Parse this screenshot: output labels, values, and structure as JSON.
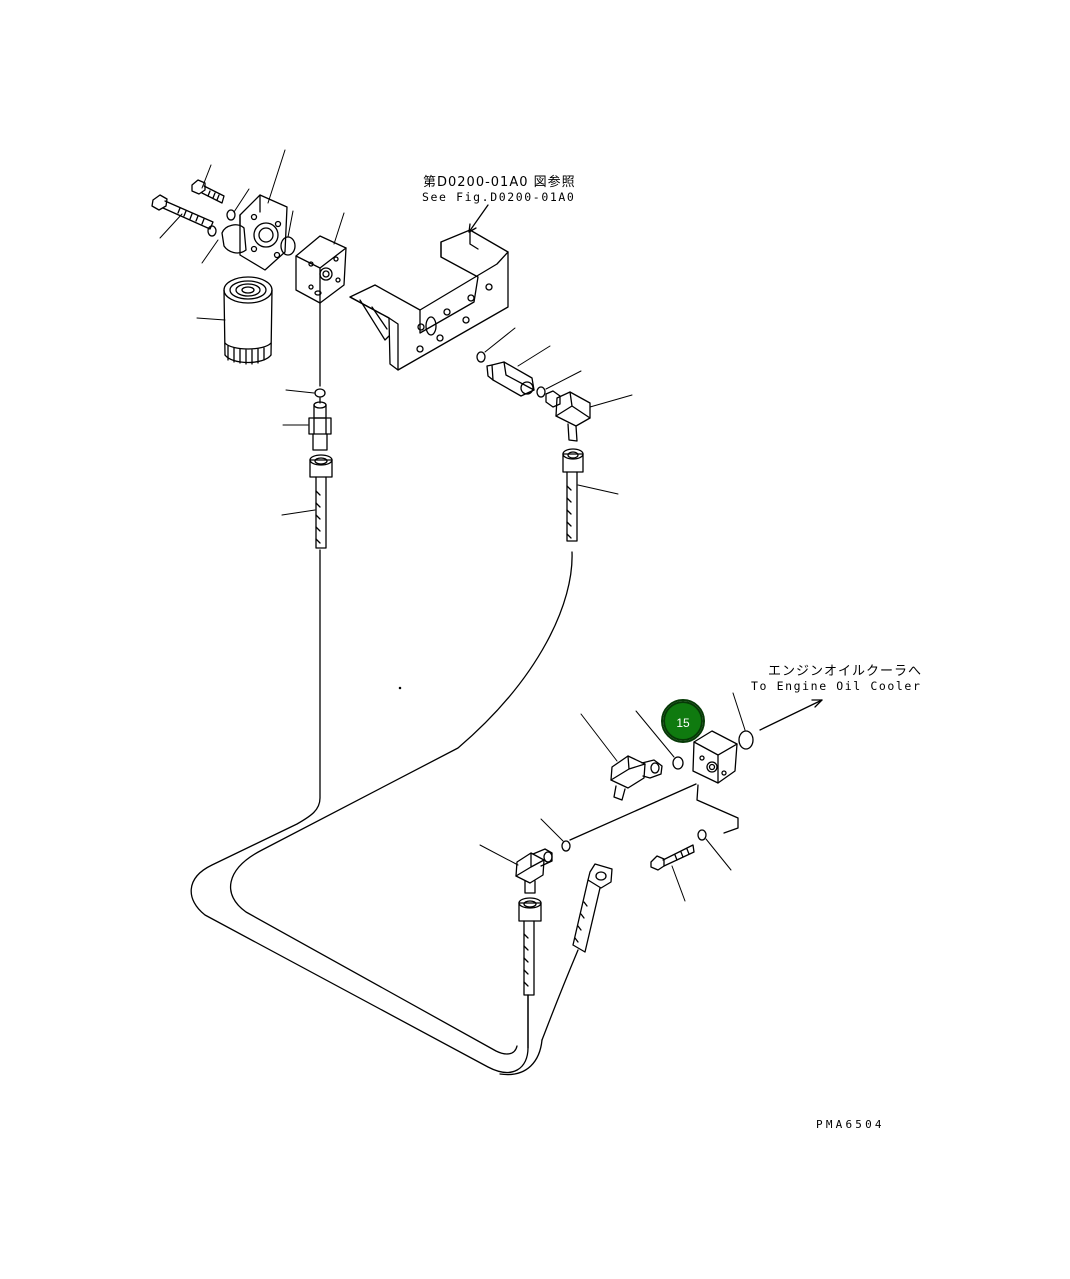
{
  "ref_top": {
    "jp": "第D0200-01A0 図参照",
    "en": "See Fig.D0200-01A0"
  },
  "ref_cooler": {
    "jp": "エンジンオイルクーラへ",
    "en": "To Engine Oil Cooler"
  },
  "callout": {
    "number": "15",
    "color": "#0f7a0f"
  },
  "drawing_code": "PMA6504"
}
